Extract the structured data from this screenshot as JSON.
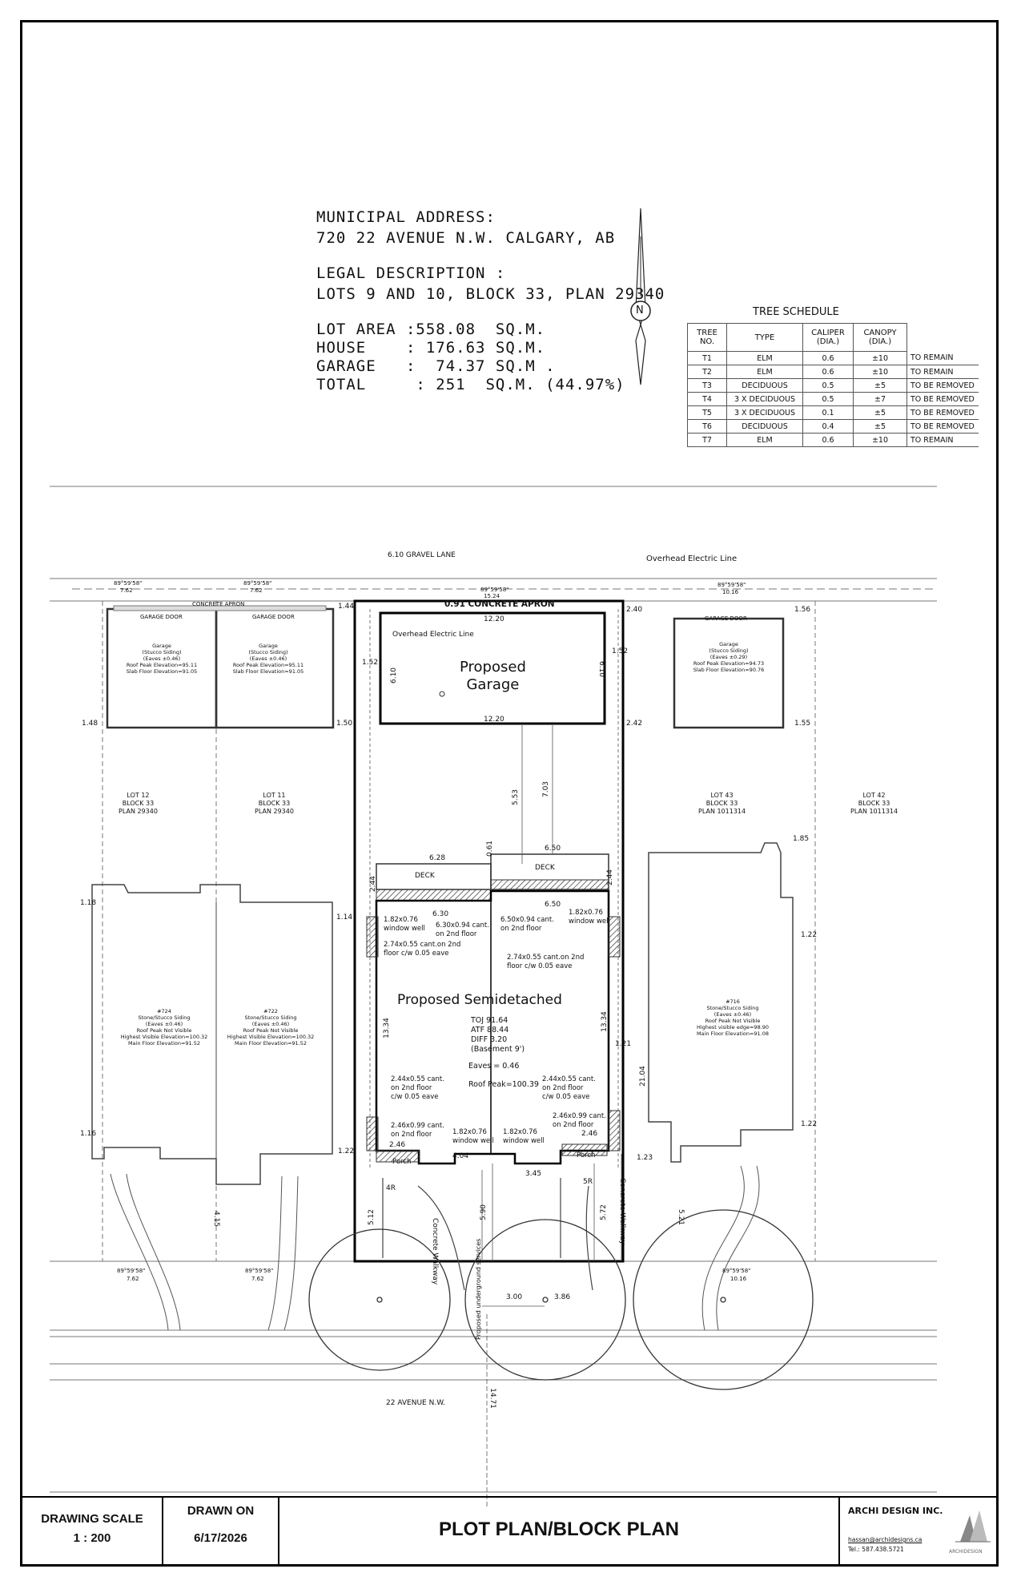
{
  "header": {
    "municipal_label": "MUNICIPAL ADDRESS:",
    "address": "720 22 AVENUE N.W. CALGARY, AB",
    "legal_label": "LEGAL DESCRIPTION :",
    "legal": "LOTS 9 AND 10, BLOCK 33, PLAN 29340",
    "lot_area": "LOT AREA :558.08  SQ.M.",
    "house": "HOUSE    : 176.63 SQ.M.",
    "garage": "GARAGE   :  74.37 SQ.M .",
    "total": "TOTAL     : 251  SQ.M. (44.97%)"
  },
  "north": "N",
  "tree_schedule": {
    "title": "TREE SCHEDULE",
    "headers": [
      "TREE NO.",
      "TYPE",
      "CALIPER (DIA.)",
      "CANOPY (DIA.)"
    ],
    "rows": [
      {
        "no": "T1",
        "type": "ELM",
        "caliper": "0.6",
        "canopy": "±10",
        "status": "TO REMAIN"
      },
      {
        "no": "T2",
        "type": "ELM",
        "caliper": "0.6",
        "canopy": "±10",
        "status": "TO REMAIN"
      },
      {
        "no": "T3",
        "type": "DECIDUOUS",
        "caliper": "0.5",
        "canopy": "±5",
        "status": "TO BE  REMOVED"
      },
      {
        "no": "T4",
        "type": "3 X DECIDUOUS",
        "caliper": "0.5",
        "canopy": "±7",
        "status": "TO BE  REMOVED"
      },
      {
        "no": "T5",
        "type": "3 X DECIDUOUS",
        "caliper": "0.1",
        "canopy": "±5",
        "status": "TO BE  REMOVED"
      },
      {
        "no": "T6",
        "type": "DECIDUOUS",
        "caliper": "0.4",
        "canopy": "±5",
        "status": "TO BE  REMOVED"
      },
      {
        "no": "T7",
        "type": "ELM",
        "caliper": "0.6",
        "canopy": "±10",
        "status": "TO REMAIN"
      }
    ]
  },
  "plan": {
    "gravel_lane": "6.10 GRAVEL LANE",
    "overhead": "Overhead Electric Line",
    "apron": "0.91 CONCRETE APRON",
    "concrete_apron_left": "CONCRETE APRON",
    "garage_door": "GARAGE DOOR",
    "proposed_garage": [
      "Proposed",
      "Garage"
    ],
    "proposed_semi": "Proposed Semidetached",
    "deck": "DECK",
    "toj": [
      "TOJ 91.64",
      "ATF  88.44",
      "DIFF  3.20",
      "(Basement 9')"
    ],
    "eaves": "Eaves = 0.46",
    "roof_peak": "Roof Peak=100.39",
    "porch": "Porch",
    "walkway": "Concrete Walkway",
    "avenue": "22 AVENUE N.W.",
    "underground": "Proposed underground services",
    "lots": [
      [
        "LOT 12",
        "BLOCK 33",
        "PLAN 29340"
      ],
      [
        "LOT 11",
        "BLOCK 33",
        "PLAN 29340"
      ],
      [
        "LOT 43",
        "BLOCK 33",
        "PLAN 1011314"
      ],
      [
        "LOT 42",
        "BLOCK 33",
        "PLAN 1011314"
      ]
    ],
    "garages": [
      [
        "Garage",
        "(Stucco Siding)",
        "(Eaves ±0.46)",
        "Roof Peak Elevation=95.11",
        "Slab Floor Elevation=91.05"
      ],
      [
        "Garage",
        "(Stucco Siding)",
        "(Eaves ±0.46)",
        "Roof Peak Elevation=95.11",
        "Slab Floor Elevation=91.05"
      ],
      [
        "Garage",
        "(Stucco Siding)",
        "(Eaves ±0.29)",
        "Roof Peak Elevation=94.73",
        "Slab Floor Elevation=90.76"
      ]
    ],
    "houses": [
      [
        "#724",
        "Stone/Stucco Siding",
        "(Eaves ±0.46)",
        "Roof Peak Not Visible",
        "Highest Visible Elevation=100.32",
        "Main Floor Elevation=91.52"
      ],
      [
        "#722",
        "Stone/Stucco Siding",
        "(Eaves ±0.46)",
        "Roof Peak Not Visible",
        "Highest Visible Elevation=100.32",
        "Main Floor Elevation=91.52"
      ],
      [
        "#716",
        "Stone/Stucco Siding",
        "(Eaves ±0.46)",
        "Roof Peak Not Visible",
        "Highest visible edge=98.90",
        "Main Floor Elevation=91.08"
      ]
    ],
    "window_well": [
      "1.82x0.76",
      "window well"
    ],
    "cant_top_l": [
      "6.30x0.94 cant.",
      "on 2nd floor"
    ],
    "cant_top_r": [
      "6.50x0.94 cant.",
      "on 2nd floor"
    ],
    "cant_mid_l": [
      "2.74x0.55 cant.on 2nd",
      "floor c/w 0.05 eave"
    ],
    "cant_mid_r": [
      "2.74x0.55 cant.on 2nd",
      "floor c/w 0.05 eave"
    ],
    "cant_low_l": [
      "2.44x0.55 cant.",
      "on 2nd floor",
      "c/w 0.05  eave"
    ],
    "cant_low_r": [
      "2.44x0.55 cant.",
      "on 2nd floor",
      "c/w 0.05  eave"
    ],
    "cant_porch": [
      "2.46x0.99 cant.",
      "on 2nd floor"
    ],
    "dims": {
      "d1220": "12.20",
      "d610": "6.10",
      "d152": "1.52",
      "d150": "1.50",
      "d144": "1.44",
      "d240": "2.40",
      "d242": "2.42",
      "d156": "1.56",
      "d155": "1.55",
      "d148": "1.48",
      "d553": "5.53",
      "d703": "7.03",
      "d061": "0.61",
      "d628": "6.28",
      "d650": "6.50",
      "d630": "6.30",
      "d244": "2.44",
      "d1334": "13.34",
      "d121": "1.21",
      "d2104": "21.04",
      "d246": "2.46",
      "d404": "4.04",
      "d345": "3.45",
      "d512": "5.12",
      "d590": "5.90",
      "d572": "5.72",
      "d300": "3.00",
      "d386": "3.86",
      "d1471": "14.71",
      "d185": "1.85",
      "d122": "1.22",
      "d118": "1.18",
      "d116": "1.16",
      "d114": "1.14",
      "d123": "1.23",
      "d521": "5.21",
      "d415": "4.15",
      "d4r": "4R",
      "d5r": "5R",
      "d762": "7.62",
      "d1016": "10.16",
      "d1524": "15.24",
      "bearing": "89°59'58\""
    }
  },
  "title_block": {
    "scale_label": "DRAWING SCALE",
    "scale": "1 : 200",
    "drawn_label": "DRAWN ON",
    "drawn": "6/17/2026",
    "title": "PLOT PLAN/BLOCK PLAN",
    "company": "ARCHI DESIGN INC.",
    "email": "hassan@archidesigns.ca",
    "tel": "Tel.: 587.438.5721",
    "logo_text": "ARCHIDESIGN"
  }
}
